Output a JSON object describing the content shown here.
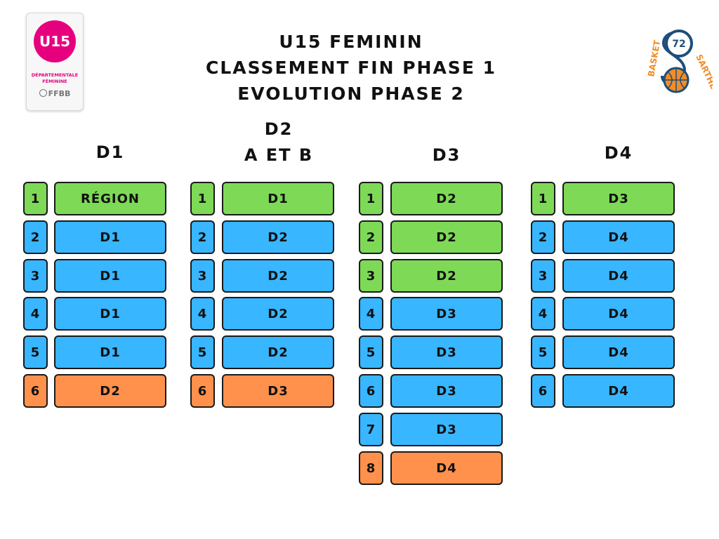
{
  "logos": {
    "left": {
      "badge": "U15",
      "line1": "DÉPARTEMENTALE",
      "line2": "FÉMININE",
      "brand": "FFBB"
    },
    "right": {
      "number": "72",
      "top_word": "BASKET",
      "side_word": "SARTHE"
    }
  },
  "title": {
    "line1": "U15 FEMININ",
    "line2": "CLASSEMENT FIN PHASE 1",
    "line3": "EVOLUTION PHASE 2"
  },
  "colors": {
    "green": "#7ed957",
    "blue": "#38b6ff",
    "orange": "#ff914d"
  },
  "columns": [
    {
      "header": [
        "D1"
      ],
      "rows": [
        {
          "rank": "1",
          "dest": "RÉGION",
          "status": "green"
        },
        {
          "rank": "2",
          "dest": "D1",
          "status": "blue"
        },
        {
          "rank": "3",
          "dest": "D1",
          "status": "blue"
        },
        {
          "rank": "4",
          "dest": "D1",
          "status": "blue"
        },
        {
          "rank": "5",
          "dest": "D1",
          "status": "blue"
        },
        {
          "rank": "6",
          "dest": "D2",
          "status": "orange"
        }
      ]
    },
    {
      "header": [
        "D2",
        "A ET B"
      ],
      "rows": [
        {
          "rank": "1",
          "dest": "D1",
          "status": "green"
        },
        {
          "rank": "2",
          "dest": "D2",
          "status": "blue"
        },
        {
          "rank": "3",
          "dest": "D2",
          "status": "blue"
        },
        {
          "rank": "4",
          "dest": "D2",
          "status": "blue"
        },
        {
          "rank": "5",
          "dest": "D2",
          "status": "blue"
        },
        {
          "rank": "6",
          "dest": "D3",
          "status": "orange"
        }
      ]
    },
    {
      "header": [
        "D3"
      ],
      "rows": [
        {
          "rank": "1",
          "dest": "D2",
          "status": "green"
        },
        {
          "rank": "2",
          "dest": "D2",
          "status": "green"
        },
        {
          "rank": "3",
          "dest": "D2",
          "status": "green"
        },
        {
          "rank": "4",
          "dest": "D3",
          "status": "blue"
        },
        {
          "rank": "5",
          "dest": "D3",
          "status": "blue"
        },
        {
          "rank": "6",
          "dest": "D3",
          "status": "blue"
        },
        {
          "rank": "7",
          "dest": "D3",
          "status": "blue"
        },
        {
          "rank": "8",
          "dest": "D4",
          "status": "orange"
        }
      ]
    },
    {
      "header": [
        "D4"
      ],
      "rows": [
        {
          "rank": "1",
          "dest": "D3",
          "status": "green"
        },
        {
          "rank": "2",
          "dest": "D4",
          "status": "blue"
        },
        {
          "rank": "3",
          "dest": "D4",
          "status": "blue"
        },
        {
          "rank": "4",
          "dest": "D4",
          "status": "blue"
        },
        {
          "rank": "5",
          "dest": "D4",
          "status": "blue"
        },
        {
          "rank": "6",
          "dest": "D4",
          "status": "blue"
        }
      ]
    }
  ]
}
